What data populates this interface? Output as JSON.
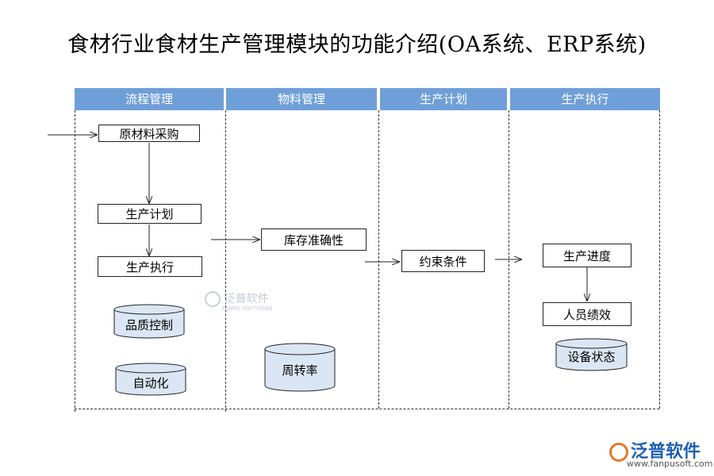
{
  "title": "食材行业食材生产管理模块的功能介绍(OA系统、ERP系统)",
  "lanes": [
    {
      "label": "流程管理"
    },
    {
      "label": "物料管理"
    },
    {
      "label": "生产计划"
    },
    {
      "label": "生产执行"
    }
  ],
  "boxes": {
    "raw_purchase": "原材料采购",
    "prod_plan": "生产计划",
    "prod_exec": "生产执行",
    "stock_accuracy": "库存准确性",
    "constraints": "约束条件",
    "prod_progress": "生产进度",
    "staff_performance": "人员绩效"
  },
  "cylinders": {
    "quality_control": "品质控制",
    "automation": "自动化",
    "turnover": "周转率",
    "equipment_status": "设备状态"
  },
  "watermark": {
    "text": "泛普软件",
    "sub": "FANPU SOFTWARE"
  },
  "logo": {
    "text": "泛普软件",
    "url": "www.fanpusoft.com"
  },
  "colors": {
    "header": "#6f9fd8",
    "cylinder": "#dbe6f4"
  }
}
